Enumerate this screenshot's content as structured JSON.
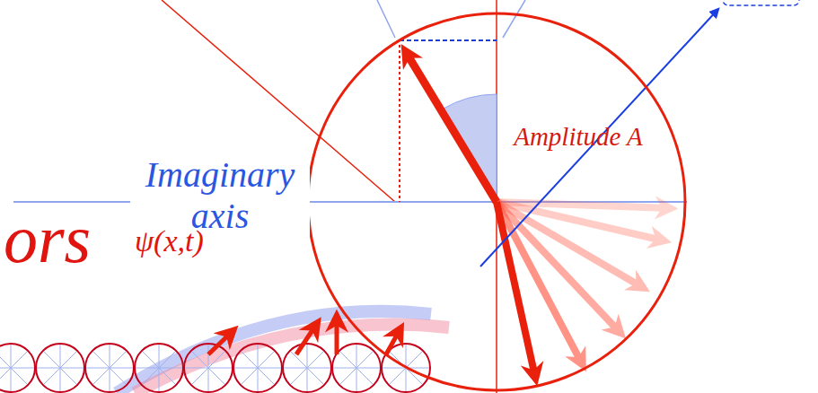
{
  "diagram": {
    "nodes": [
      {
        "text": [
          "Amplitude A"
        ]
      }
    ],
    "labels": [
      "Imaginary axis",
      "ors",
      "ψ(x,t)"
    ]
  }
}
